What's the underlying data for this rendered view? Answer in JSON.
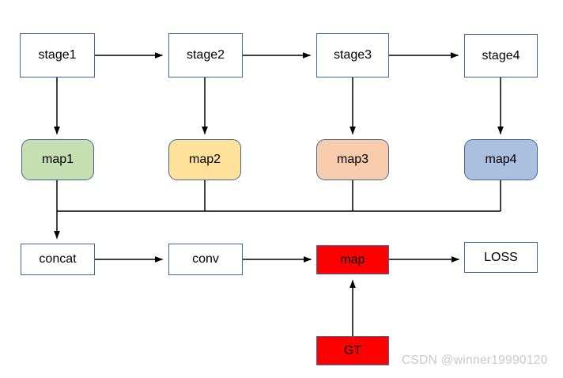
{
  "diagram": {
    "title": "Multi-stage feature map fusion network diagram",
    "background": "#ffffff",
    "edge_color": "#000000",
    "nodes": {
      "stage1": {
        "label": "stage1",
        "fill": "#ffffff",
        "border": "#41699b",
        "shape": "rect"
      },
      "stage2": {
        "label": "stage2",
        "fill": "#ffffff",
        "border": "#41699b",
        "shape": "rect"
      },
      "stage3": {
        "label": "stage3",
        "fill": "#ffffff",
        "border": "#41699b",
        "shape": "rect"
      },
      "stage4": {
        "label": "stage4",
        "fill": "#ffffff",
        "border": "#41699b",
        "shape": "rect"
      },
      "map1": {
        "label": "map1",
        "fill": "#c5dfb3",
        "border": "#41698f",
        "shape": "rounded-rect"
      },
      "map2": {
        "label": "map2",
        "fill": "#ffe299",
        "border": "#41698f",
        "shape": "rounded-rect"
      },
      "map3": {
        "label": "map3",
        "fill": "#f7cbac",
        "border": "#41698f",
        "shape": "rounded-rect"
      },
      "map4": {
        "label": "map4",
        "fill": "#aac0de",
        "border": "#41698f",
        "shape": "rounded-rect"
      },
      "concat": {
        "label": "concat",
        "fill": "#ffffff",
        "border": "#41699b",
        "shape": "rect"
      },
      "conv": {
        "label": "conv",
        "fill": "#ffffff",
        "border": "#41699b",
        "shape": "rect"
      },
      "map_out": {
        "label": "map",
        "fill": "#fe0000",
        "border": "#41699b",
        "shape": "rect"
      },
      "loss": {
        "label": "LOSS",
        "fill": "#ffffff",
        "border": "#41699b",
        "shape": "rect"
      },
      "gt": {
        "label": "GT",
        "fill": "#fe0000",
        "border": "#41699b",
        "shape": "rect"
      }
    },
    "edges": [
      {
        "from": "stage1",
        "to": "stage2",
        "kind": "arrow-right"
      },
      {
        "from": "stage2",
        "to": "stage3",
        "kind": "arrow-right"
      },
      {
        "from": "stage3",
        "to": "stage4",
        "kind": "arrow-right"
      },
      {
        "from": "stage1",
        "to": "map1",
        "kind": "arrow-down"
      },
      {
        "from": "stage2",
        "to": "map2",
        "kind": "arrow-down"
      },
      {
        "from": "stage3",
        "to": "map3",
        "kind": "arrow-down"
      },
      {
        "from": "stage4",
        "to": "map4",
        "kind": "arrow-down"
      },
      {
        "from": "map1",
        "to": "bus",
        "kind": "line-down"
      },
      {
        "from": "map2",
        "to": "bus",
        "kind": "line-down"
      },
      {
        "from": "map3",
        "to": "bus",
        "kind": "line-down"
      },
      {
        "from": "map4",
        "to": "bus",
        "kind": "line-down"
      },
      {
        "from": "bus",
        "to": "concat",
        "kind": "arrow-down"
      },
      {
        "from": "concat",
        "to": "conv",
        "kind": "arrow-right"
      },
      {
        "from": "conv",
        "to": "map_out",
        "kind": "arrow-right"
      },
      {
        "from": "map_out",
        "to": "loss",
        "kind": "arrow-right"
      },
      {
        "from": "gt",
        "to": "map_out",
        "kind": "arrow-up"
      }
    ],
    "watermark": "CSDN @winner19990120"
  }
}
